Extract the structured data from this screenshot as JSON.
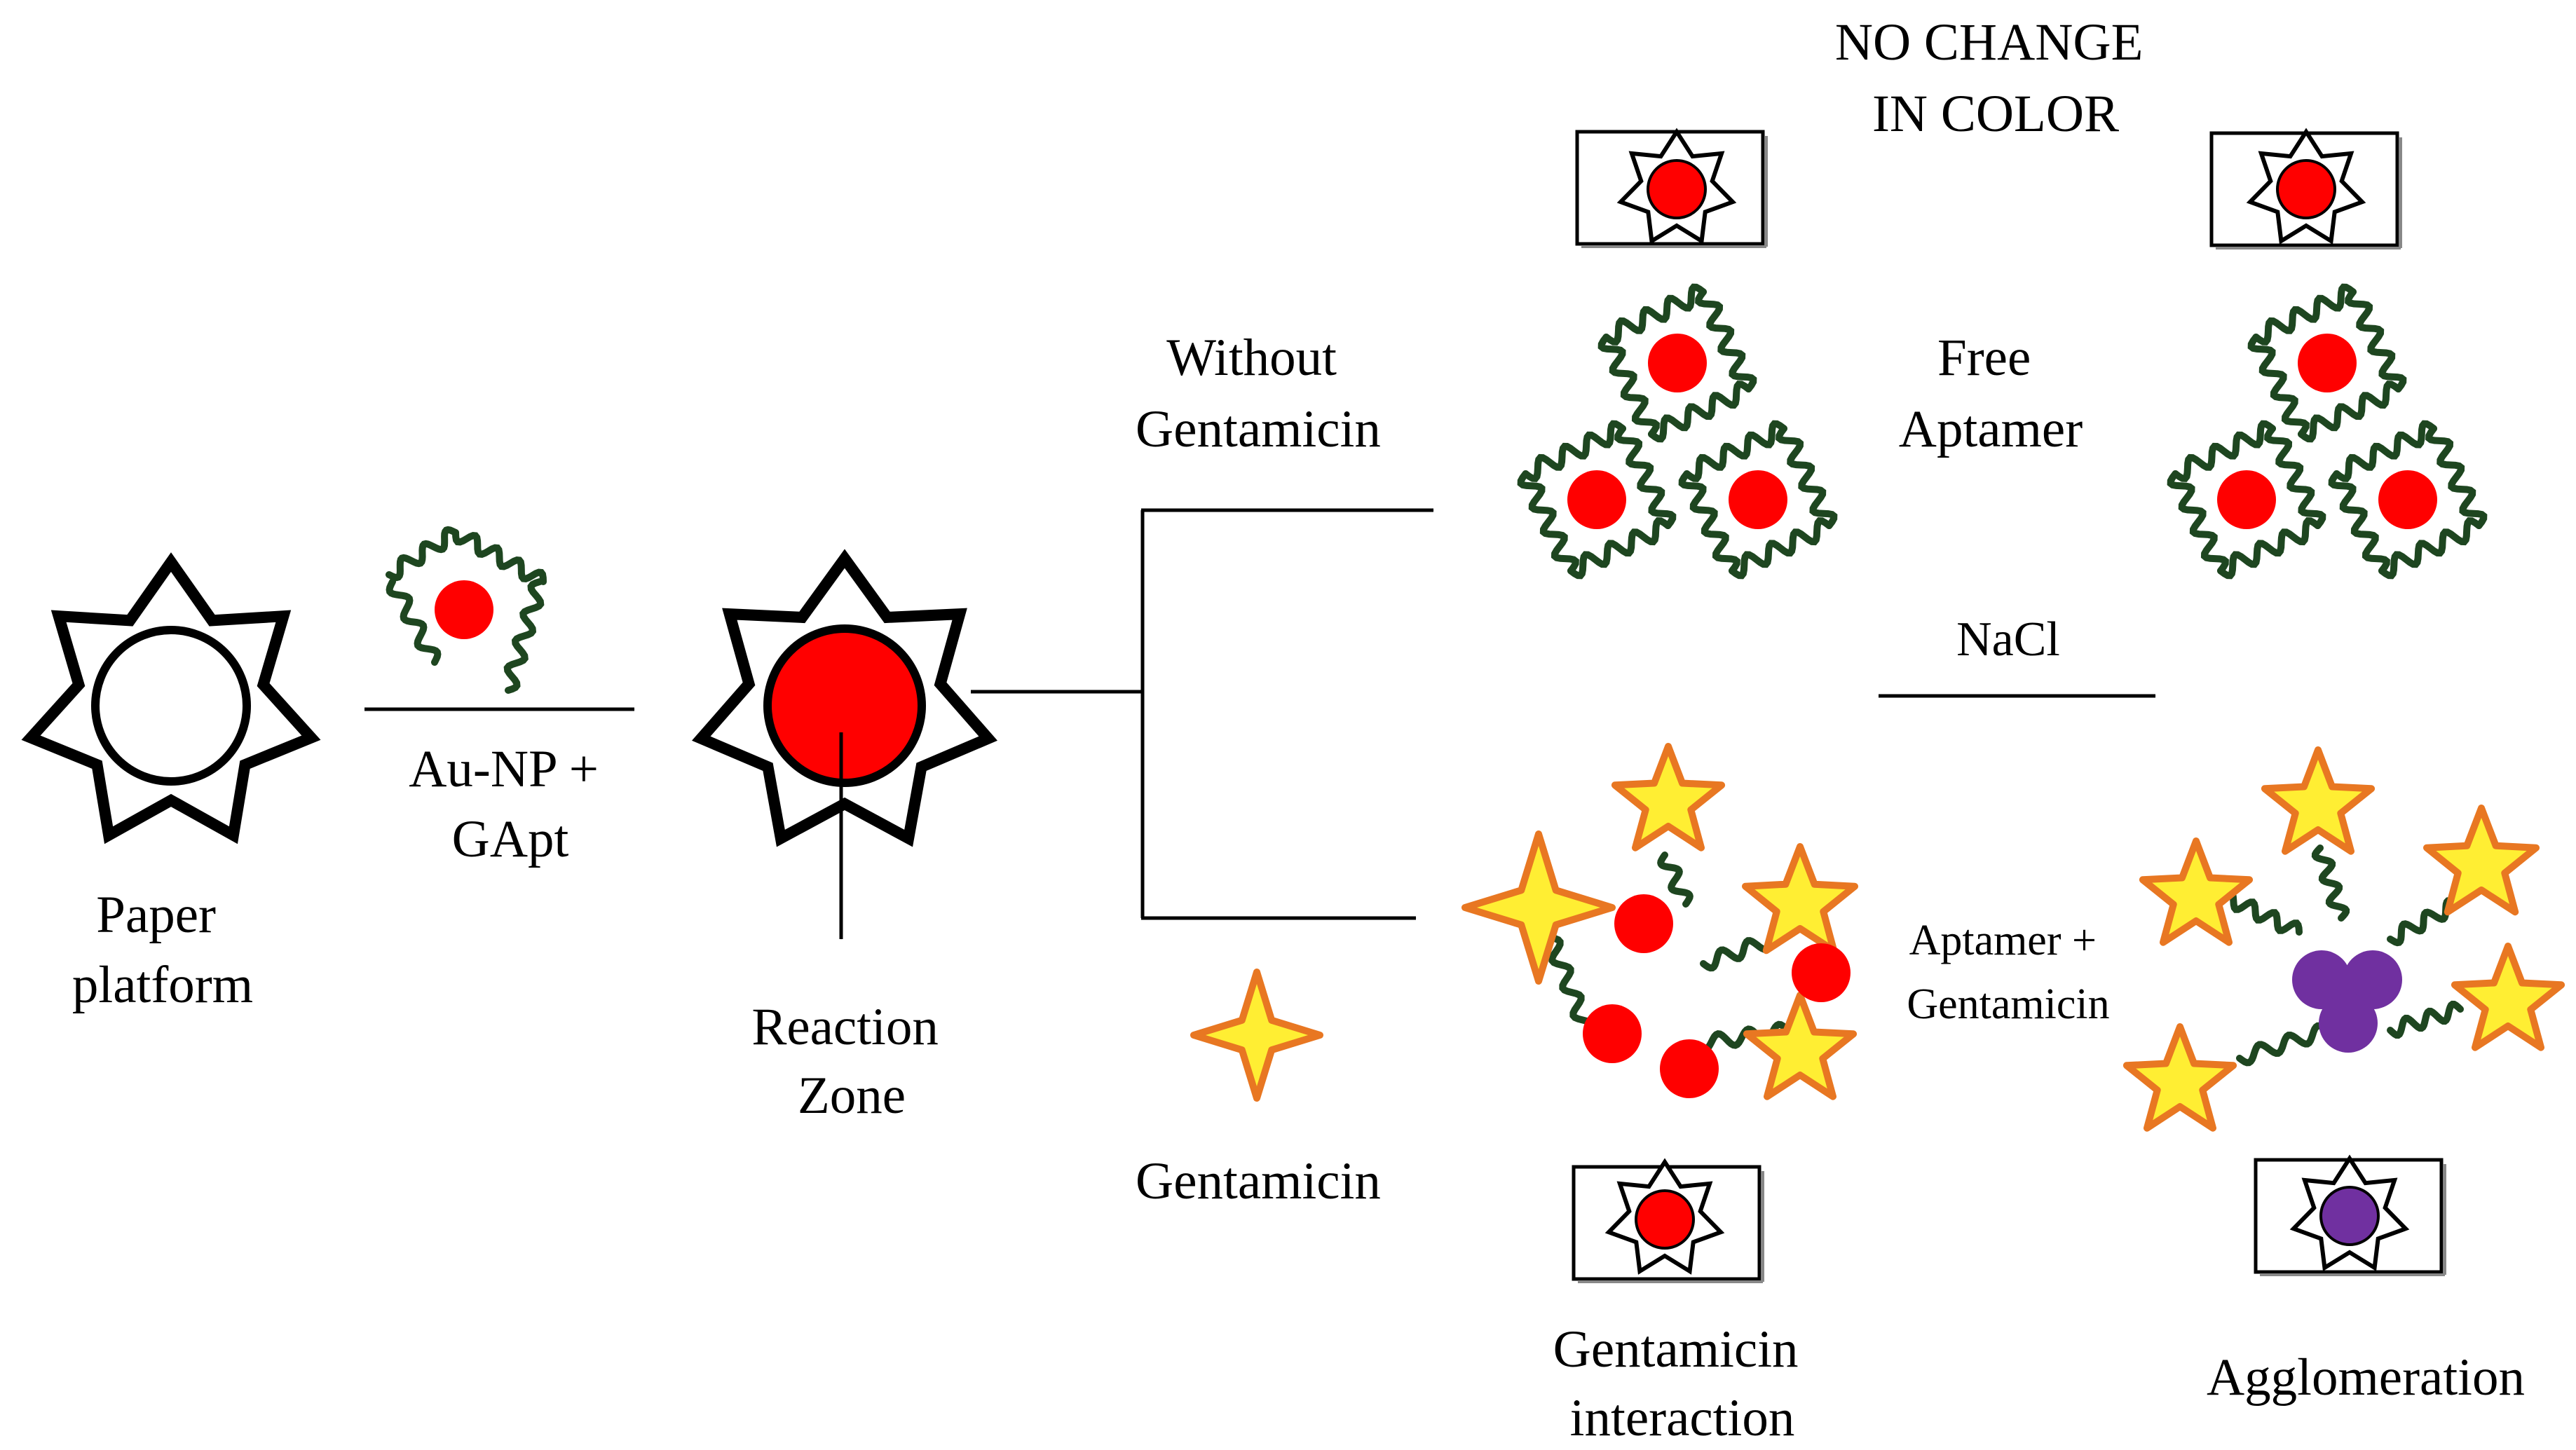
{
  "labels": {
    "paper_platform": [
      "Paper",
      "platform"
    ],
    "aunp_gapt": [
      "Au-NP +",
      "GApt"
    ],
    "reaction_zone": [
      "Reaction",
      "Zone"
    ],
    "without_gentamicin": [
      "Without",
      "Gentamicin"
    ],
    "gentamicin": "Gentamicin",
    "no_change_in_color": [
      "NO CHANGE",
      "IN COLOR"
    ],
    "free_aptamer": [
      "Free",
      "Aptamer"
    ],
    "nacl": "NaCl",
    "aptamer_gentamicin": [
      "Aptamer +",
      "Gentamicin"
    ],
    "gentamicin_interaction": [
      "Gentamicin",
      "interaction"
    ],
    "agglomeration": "Agglomeration"
  },
  "colors": {
    "aunp_red": "#ff0000",
    "aptamer_green": "#1e4620",
    "gentamicin_star_fill": "#ffee33",
    "gentamicin_star_stroke": "#e87722",
    "aggregate_purple": "#7030a0",
    "outline": "#000000"
  },
  "icons": {
    "paper_platform": "seven-point-star-outline-icon",
    "aunp": "gold-nanoparticle-icon",
    "aptamer": "wavy-aptamer-icon",
    "gentamicin": "four-point-star-icon"
  }
}
